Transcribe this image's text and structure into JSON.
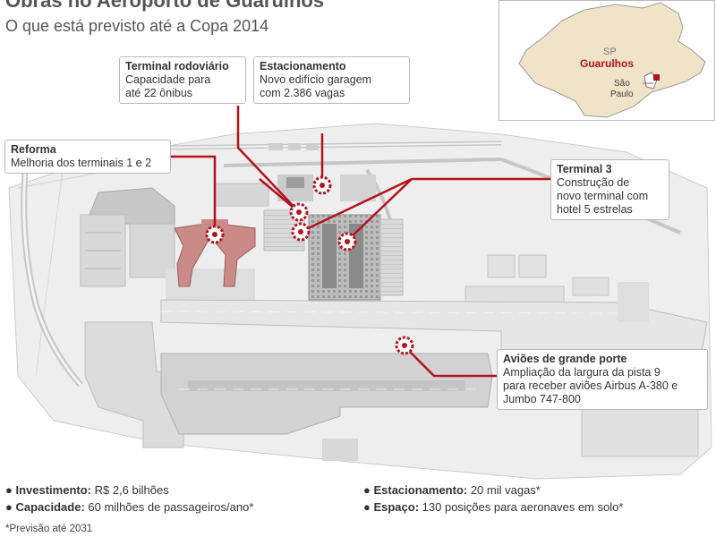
{
  "header": {
    "title": "Obras no Aeroporto de Guarulhos",
    "subtitle": "O que está previsto até a Copa 2014"
  },
  "callouts": {
    "reforma": {
      "title": "Reforma",
      "text": "Melhoria dos terminais 1 e 2"
    },
    "rodoviario": {
      "title": "Terminal rodoviário",
      "text": "Capacidade para\naté 22 ônibus"
    },
    "estacionamento": {
      "title": "Estacionamento",
      "text": "Novo edifício garagem\ncom 2.386 vagas"
    },
    "terminal3": {
      "title": "Terminal 3",
      "text": "Construção de\nnovo terminal com\nhotel 5 estrelas"
    },
    "avioes": {
      "title": "Aviões de grande porte",
      "text": "Ampliação da largura da pista 9\npara receber aviões Airbus A-380 e\nJumbo 747-800"
    }
  },
  "inset_map": {
    "state_label": "SP",
    "city_label": "Guarulhos",
    "capital_label_1": "São",
    "capital_label_2": "Paulo"
  },
  "facts": [
    {
      "label": "Investimento:",
      "value": " R$ 2,6 bilhões"
    },
    {
      "label": "Capacidade:",
      "value": " 60 milhões de passageiros/ano*"
    },
    {
      "label": "Estacionamento:",
      "value": " 20 mil vagas*"
    },
    {
      "label": "Espaço:",
      "value": " 130 posições para aeronaves em solo*"
    }
  ],
  "footnote": "*Previsão até 2031",
  "colors": {
    "accent": "#b3131f",
    "highlight": "#c98a88",
    "inset_state": "#f1e3c8",
    "airport_gray": "#cfcfcf",
    "apron": "#e4e4e4"
  }
}
